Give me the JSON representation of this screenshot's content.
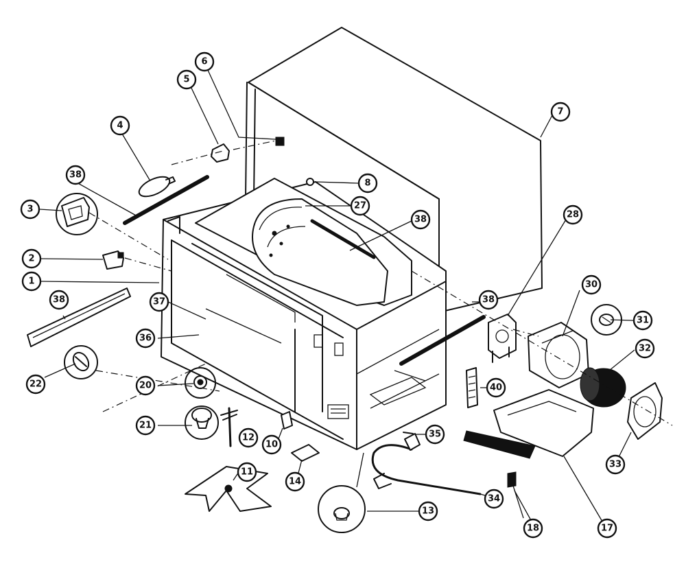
{
  "callouts": [
    {
      "id": "c1",
      "label": "1"
    },
    {
      "id": "c2",
      "label": "2"
    },
    {
      "id": "c3",
      "label": "3"
    },
    {
      "id": "c4",
      "label": "4"
    },
    {
      "id": "c5",
      "label": "5"
    },
    {
      "id": "c6",
      "label": "6"
    },
    {
      "id": "c7",
      "label": "7"
    },
    {
      "id": "c8",
      "label": "8"
    },
    {
      "id": "c10",
      "label": "10"
    },
    {
      "id": "c11",
      "label": "11"
    },
    {
      "id": "c12",
      "label": "12"
    },
    {
      "id": "c13",
      "label": "13"
    },
    {
      "id": "c14",
      "label": "14"
    },
    {
      "id": "c17",
      "label": "17"
    },
    {
      "id": "c18",
      "label": "18"
    },
    {
      "id": "c20",
      "label": "20"
    },
    {
      "id": "c21",
      "label": "21"
    },
    {
      "id": "c22",
      "label": "22"
    },
    {
      "id": "c27",
      "label": "27"
    },
    {
      "id": "c28",
      "label": "28"
    },
    {
      "id": "c30",
      "label": "30"
    },
    {
      "id": "c31",
      "label": "31"
    },
    {
      "id": "c32",
      "label": "32"
    },
    {
      "id": "c33",
      "label": "33"
    },
    {
      "id": "c34",
      "label": "34"
    },
    {
      "id": "c35",
      "label": "35"
    },
    {
      "id": "c36",
      "label": "36"
    },
    {
      "id": "c37",
      "label": "37"
    },
    {
      "id": "c38a",
      "label": "38"
    },
    {
      "id": "c38b",
      "label": "38"
    },
    {
      "id": "c38c",
      "label": "38"
    },
    {
      "id": "c38d",
      "label": "38"
    },
    {
      "id": "c40",
      "label": "40"
    }
  ]
}
